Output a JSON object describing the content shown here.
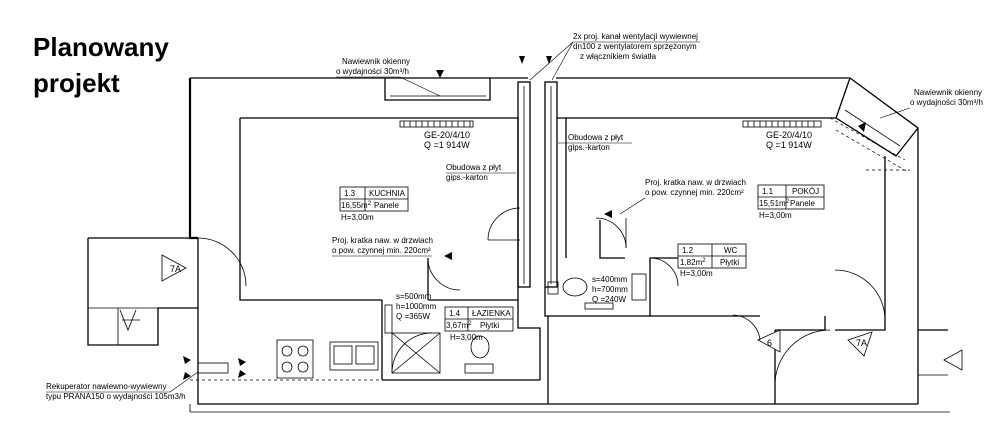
{
  "title_lines": [
    "Planowany",
    "projekt"
  ],
  "rooms": [
    {
      "number": "1.3",
      "name": "KUCHNIA",
      "area": "16,55m",
      "finish": "Panele",
      "height": "H=3,00m"
    },
    {
      "number": "1.4",
      "name": "ŁAZIENKA",
      "area": "3,67m",
      "finish": "Płytki",
      "height": "H=3,00m"
    },
    {
      "number": "1.2",
      "name": "WC",
      "area": "1,82m",
      "finish": "Płytki",
      "height": "H=3,00m"
    },
    {
      "number": "1.1",
      "name": "POKÓJ",
      "area": "15,51m",
      "finish": "Panele",
      "height": "H=3,00m"
    }
  ],
  "area_superscript": "2",
  "radiators": [
    {
      "model": "GE-20/4/10",
      "power": "Q =1 914W"
    },
    {
      "model": "GE-20/4/10",
      "power": "Q =1 914W"
    }
  ],
  "bathroom_radiators": [
    {
      "s": "s=500mm",
      "h": "h=1000mm",
      "q": "Q =365W"
    },
    {
      "s": "s=400mm",
      "h": "h=700mm",
      "q": "Q =240W"
    }
  ],
  "annotations": {
    "window_vent_left": [
      "Nawiewnik okienny",
      "o wydajności 30m³/h"
    ],
    "window_vent_right": [
      "Nawiewnik okienny",
      "o wydajności 30m³/h"
    ],
    "exhaust_ducts": [
      "2x proj. kanał wentylacji wywiewnej",
      "dn100 z wentylatorem sprzężonym",
      "z włącznikiem światła"
    ],
    "casing_left": [
      "Obudowa z płyt",
      "gips.-karton"
    ],
    "casing_right": [
      "Obudowa z płyt",
      "gips.-karton"
    ],
    "door_grille_left": [
      "Proj. kratka naw. w drzwiach",
      "o pow. czynnej min. 220cm²"
    ],
    "door_grille_right": [
      "Proj. kratka naw. w drzwiach",
      "o pow. czynnej min. 220cm²"
    ],
    "recuperator": [
      "Rekuperator nawiewno-wywiewny",
      "typu PRANA150 o wydajności 105m3/h"
    ]
  },
  "markers": {
    "stair_left": "7A",
    "stair_right": "7A",
    "door_6": "6"
  },
  "icons": [
    "stove-icon",
    "sink-icon",
    "shower-icon",
    "toilet-icon",
    "washbasin-icon",
    "radiator-icon",
    "door-swing-icon",
    "vent-arrow-icon"
  ]
}
